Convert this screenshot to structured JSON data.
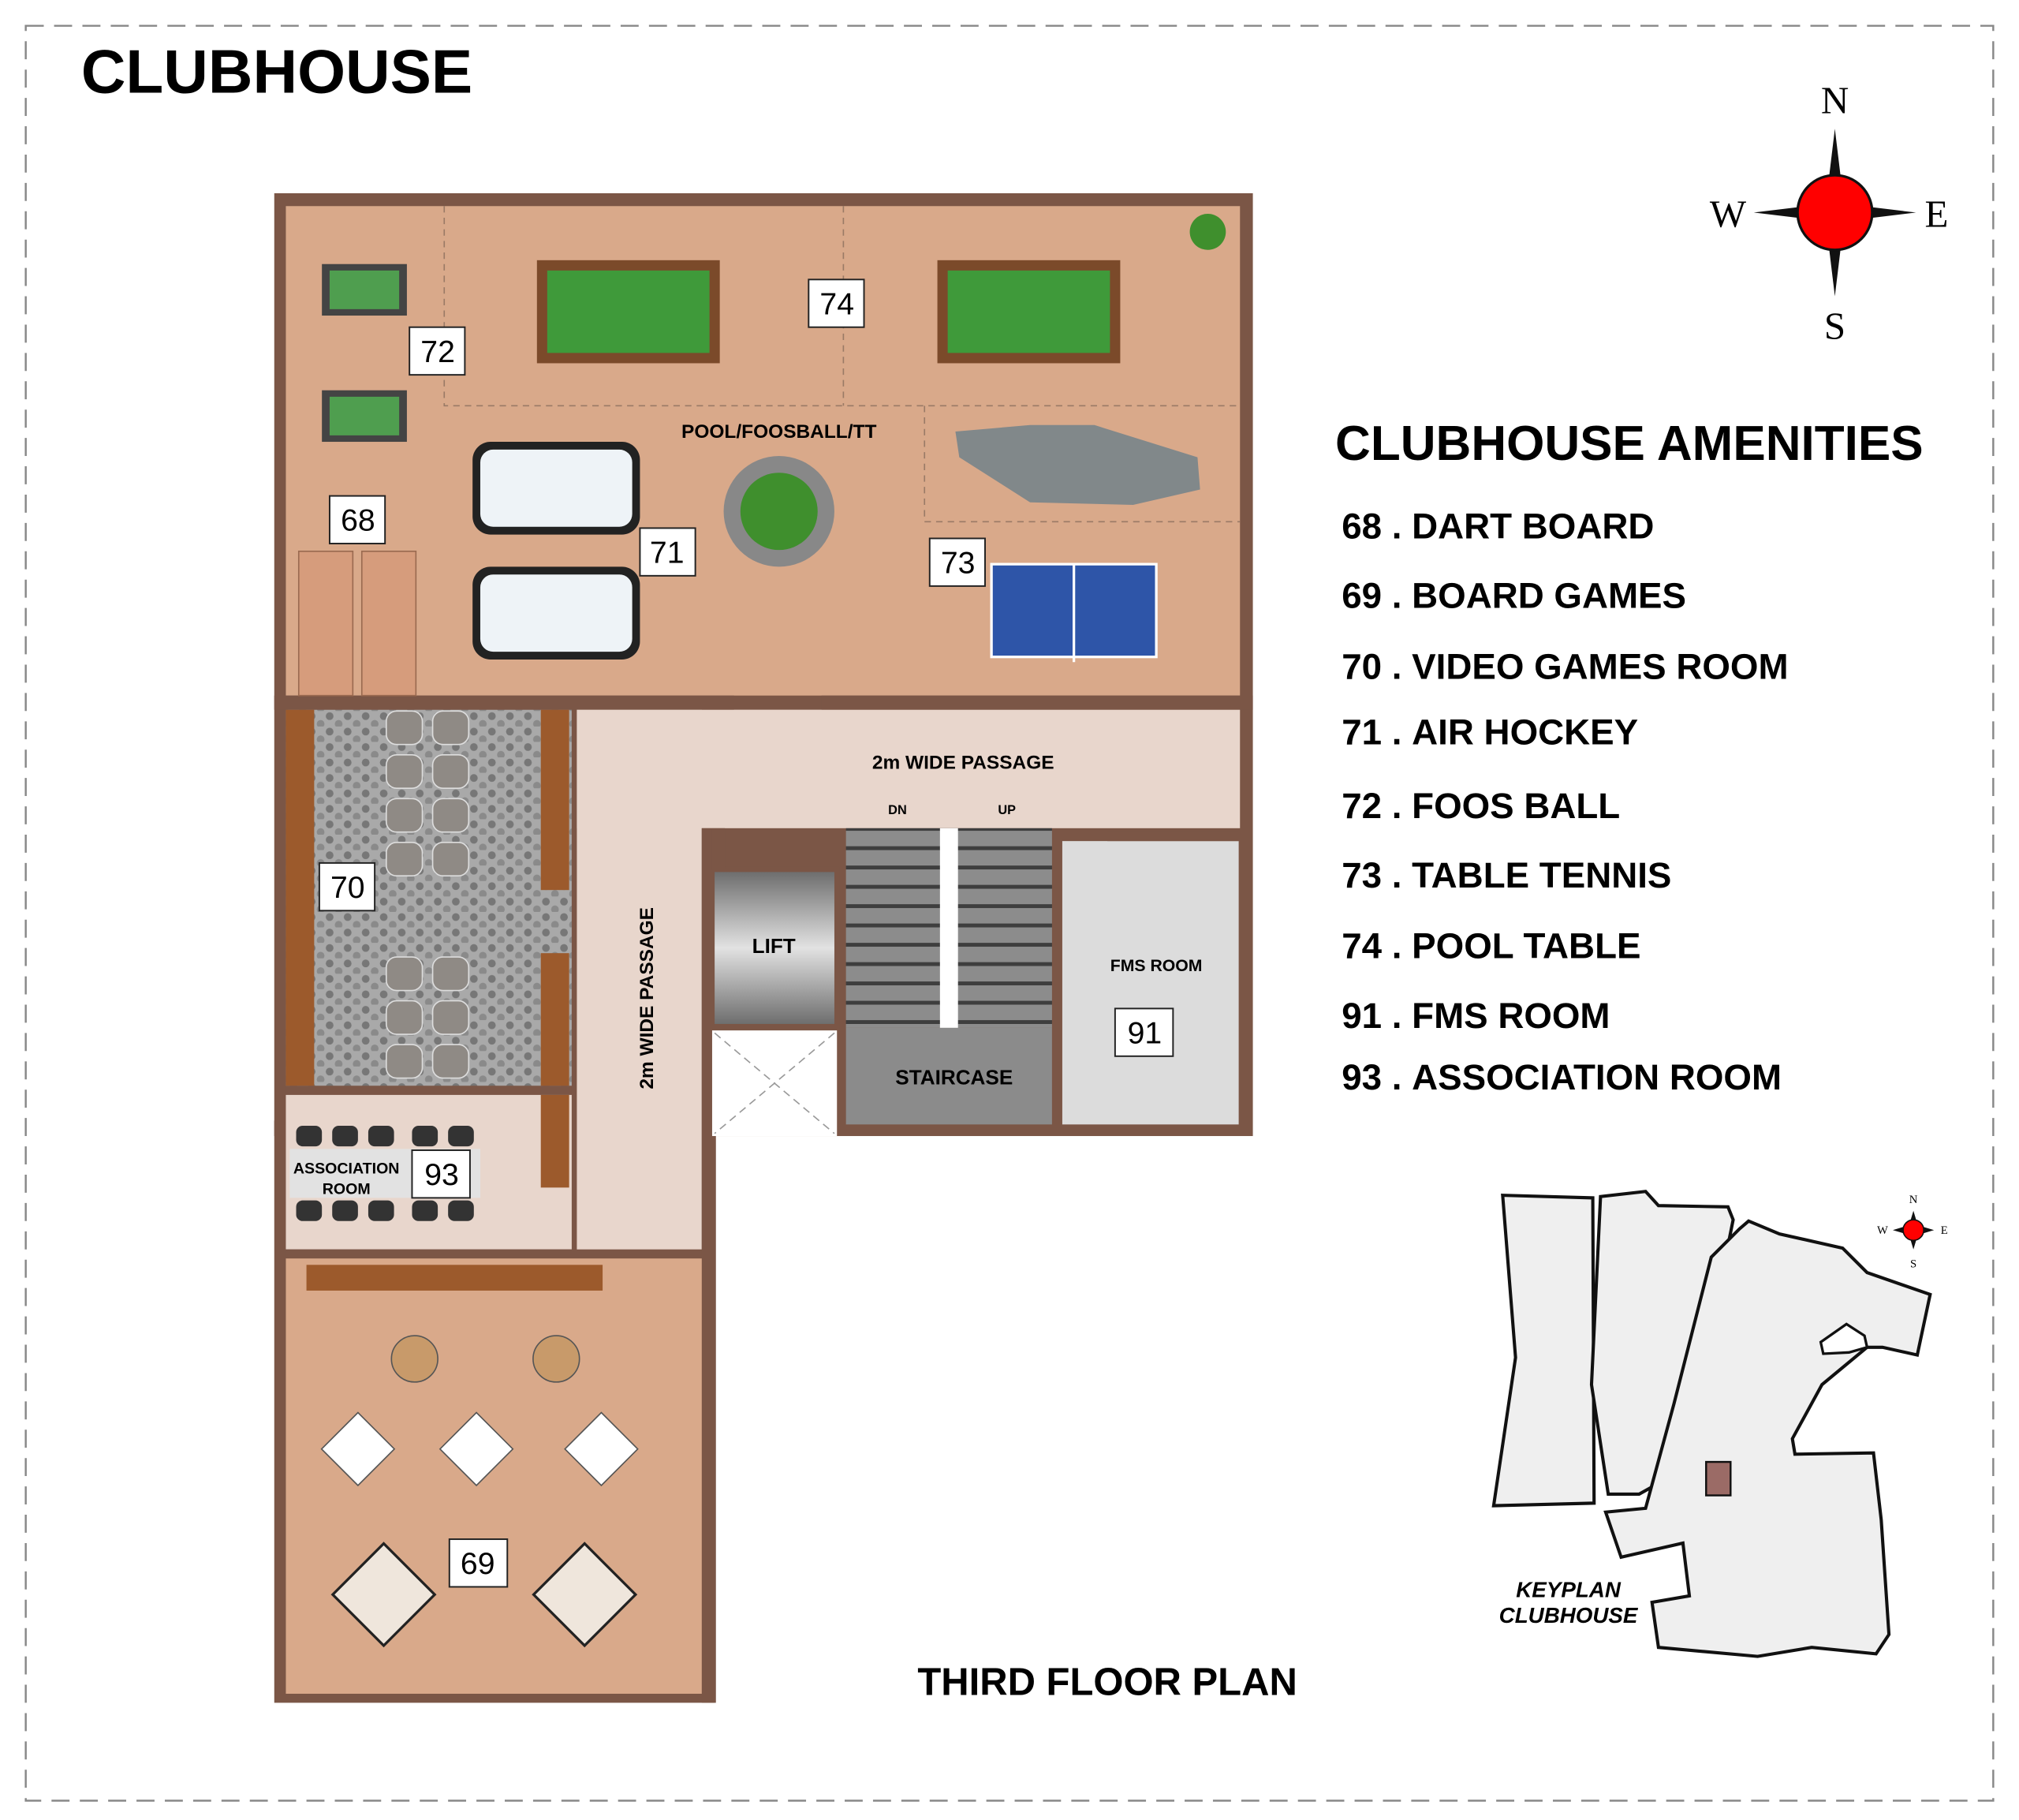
{
  "title": "CLUBHOUSE",
  "compass": {
    "n": "N",
    "s": "S",
    "e": "E",
    "w": "W"
  },
  "amenities": {
    "heading": "CLUBHOUSE AMENITIES",
    "items": [
      {
        "num": "68",
        "label": "DART BOARD"
      },
      {
        "num": "69",
        "label": "BOARD GAMES"
      },
      {
        "num": "70",
        "label": "VIDEO GAMES ROOM"
      },
      {
        "num": "71",
        "label": "AIR HOCKEY"
      },
      {
        "num": "72",
        "label": "FOOS BALL"
      },
      {
        "num": "73",
        "label": "TABLE TENNIS"
      },
      {
        "num": "74",
        "label": "POOL TABLE"
      },
      {
        "num": "91",
        "label": "FMS ROOM"
      },
      {
        "num": "93",
        "label": "ASSOCIATION ROOM"
      }
    ]
  },
  "plan": {
    "caption": "THIRD FLOOR PLAN",
    "rooms": {
      "pool": "POOL/FOOSBALL/TT",
      "passage_h": "2m WIDE PASSAGE",
      "passage_v": "2m WIDE PASSAGE",
      "lift": "LIFT",
      "staircase": "STAIRCASE",
      "fms": "FMS ROOM",
      "assoc_1": "ASSOCIATION",
      "assoc_2": "ROOM",
      "dn": "DN",
      "up": "UP"
    },
    "tags": {
      "t72": "72",
      "t74": "74",
      "t68": "68",
      "t71": "71",
      "t73": "73",
      "t70": "70",
      "t91": "91",
      "t93": "93",
      "t69": "69"
    }
  },
  "keyplan": {
    "line1": "KEYPLAN",
    "line2": "CLUBHOUSE",
    "compass": {
      "n": "N",
      "s": "S",
      "e": "E",
      "w": "W"
    }
  },
  "colors": {
    "accent": "#ff0000",
    "wall": "#7b5646",
    "wood": "#d9a98a",
    "marker": "#9b6b66"
  }
}
